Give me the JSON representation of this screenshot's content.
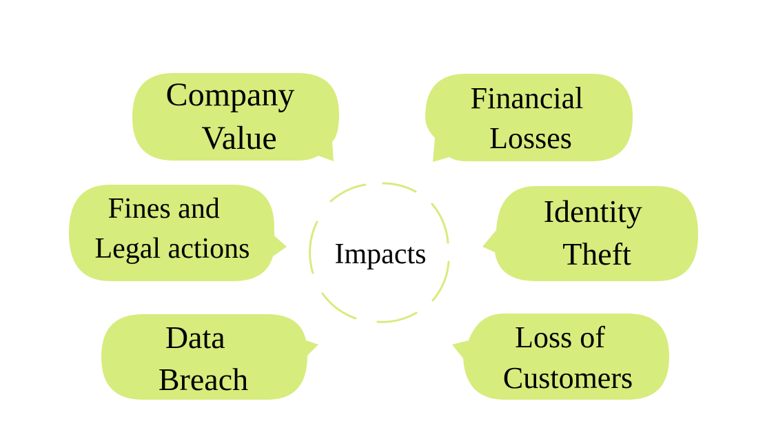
{
  "center": {
    "label": "Impacts"
  },
  "impacts": [
    {
      "lines": [
        "Company",
        "Value"
      ]
    },
    {
      "lines": [
        "Financial",
        "Losses"
      ]
    },
    {
      "lines": [
        "Fines and",
        "Legal actions"
      ]
    },
    {
      "lines": [
        "Identity",
        "Theft"
      ]
    },
    {
      "lines": [
        "Data",
        "Breach"
      ]
    },
    {
      "lines": [
        "Loss of",
        "Customers"
      ]
    }
  ],
  "colors": {
    "bubble_fill": "#d6ec7d",
    "ring_stroke": "#d6ec7d",
    "text": "#000000",
    "background": "#ffffff"
  }
}
